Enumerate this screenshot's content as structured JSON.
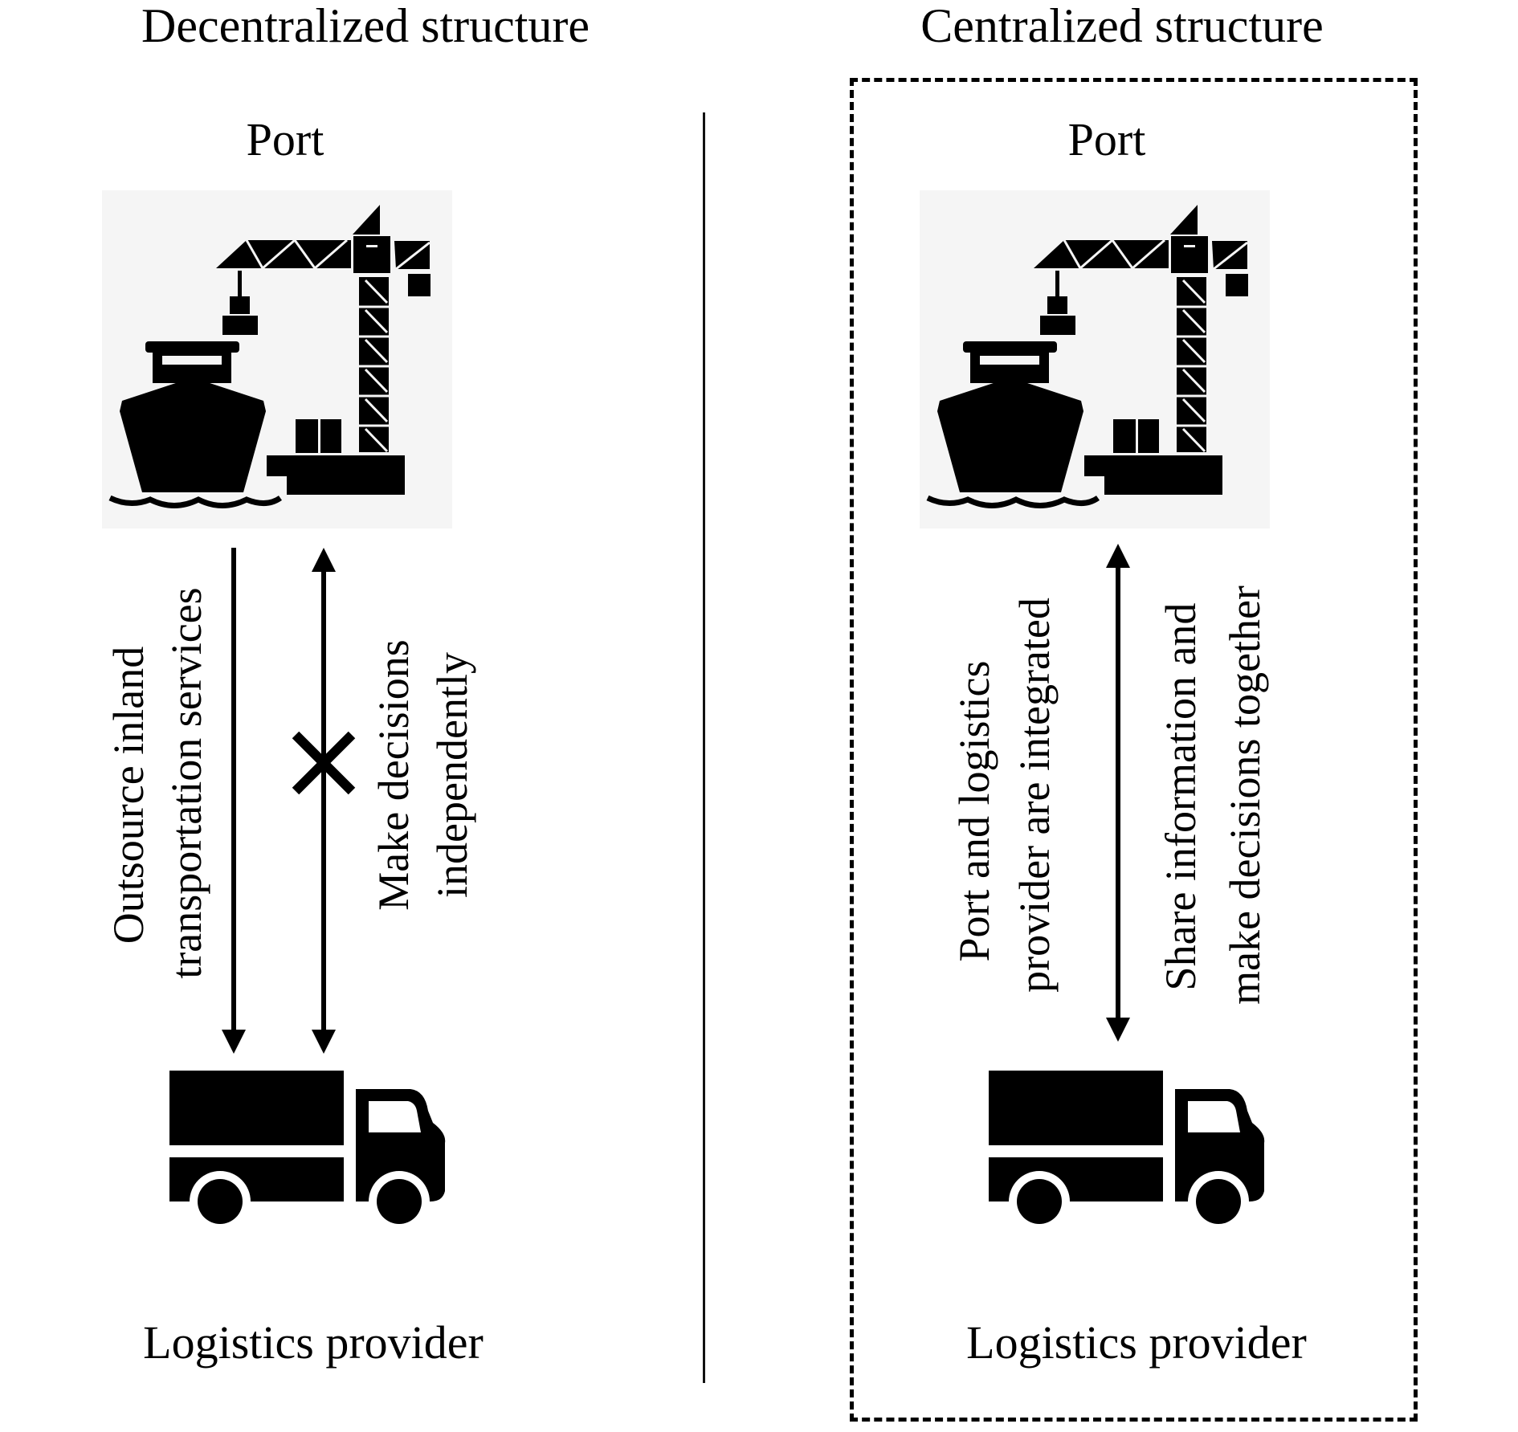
{
  "panels": {
    "decentralized": {
      "title": "Decentralized structure",
      "top_node": {
        "label": "Port",
        "icon": "port-crane-ship-icon"
      },
      "bottom_node": {
        "label": "Logistics provider",
        "icon": "truck-icon"
      },
      "relations": [
        {
          "text_lines": [
            "Outsource inland",
            "transportation services"
          ],
          "arrow": "down",
          "icon": "arrow-down-icon"
        },
        {
          "text_lines": [
            "Make decisions",
            "independently"
          ],
          "arrow": "both",
          "icon": "double-arrow-icon",
          "blocked": true,
          "blocked_icon": "cross-icon"
        }
      ]
    },
    "centralized": {
      "title": "Centralized structure",
      "boundary": "dashed-box",
      "top_node": {
        "label": "Port",
        "icon": "port-crane-ship-icon"
      },
      "bottom_node": {
        "label": "Logistics provider",
        "icon": "truck-icon"
      },
      "relations": [
        {
          "text_lines": [
            "Port and logistics",
            "provider are integrated"
          ]
        },
        {
          "arrow": "both",
          "icon": "double-arrow-icon"
        },
        {
          "text_lines": [
            "Share information and",
            "make decisions together"
          ]
        }
      ]
    }
  }
}
